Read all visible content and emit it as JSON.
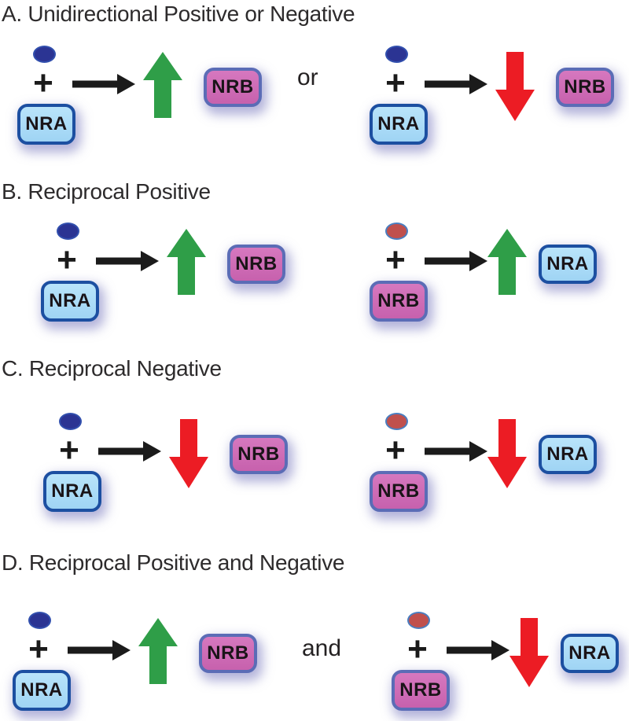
{
  "symbols": {
    "plus": "+"
  },
  "sections": [
    {
      "label": "A. Unidirectional Positive or Negative",
      "connector": "or",
      "reactions": [
        {
          "ligand": "blue",
          "source": "NRA",
          "effect": "up",
          "target": "NRB"
        },
        {
          "ligand": "blue",
          "source": "NRA",
          "effect": "down",
          "target": "NRB"
        }
      ]
    },
    {
      "label": "B. Reciprocal Positive",
      "connector": "",
      "reactions": [
        {
          "ligand": "blue",
          "source": "NRA",
          "effect": "up",
          "target": "NRB"
        },
        {
          "ligand": "red",
          "source": "NRB",
          "effect": "up",
          "target": "NRA"
        }
      ]
    },
    {
      "label": "C. Reciprocal Negative",
      "connector": "",
      "reactions": [
        {
          "ligand": "blue",
          "source": "NRA",
          "effect": "down",
          "target": "NRB"
        },
        {
          "ligand": "red",
          "source": "NRB",
          "effect": "down",
          "target": "NRA"
        }
      ]
    },
    {
      "label": "D. Reciprocal Positive and Negative",
      "connector": "and",
      "reactions": [
        {
          "ligand": "blue",
          "source": "NRA",
          "effect": "up",
          "target": "NRB"
        },
        {
          "ligand": "red",
          "source": "NRB",
          "effect": "down",
          "target": "NRA"
        }
      ]
    }
  ],
  "colors": {
    "background": "#ffffff",
    "title_text": "#2d2b2c",
    "green_arrow": "#2f9e48",
    "red_arrow": "#ec1c24",
    "black_arrow": "#1b1b1b",
    "nra_fill": "#a9dcf7",
    "nra_border": "#1c4fa1",
    "nrb_fill": "#cf6bb7",
    "nrb_border": "#5b6cb6",
    "ligand_blue": "#2b3493",
    "ligand_blue_border": "#3250ae",
    "ligand_red": "#c0504d",
    "ligand_red_border": "#4a7ec0",
    "box_text": "#1a1418"
  }
}
